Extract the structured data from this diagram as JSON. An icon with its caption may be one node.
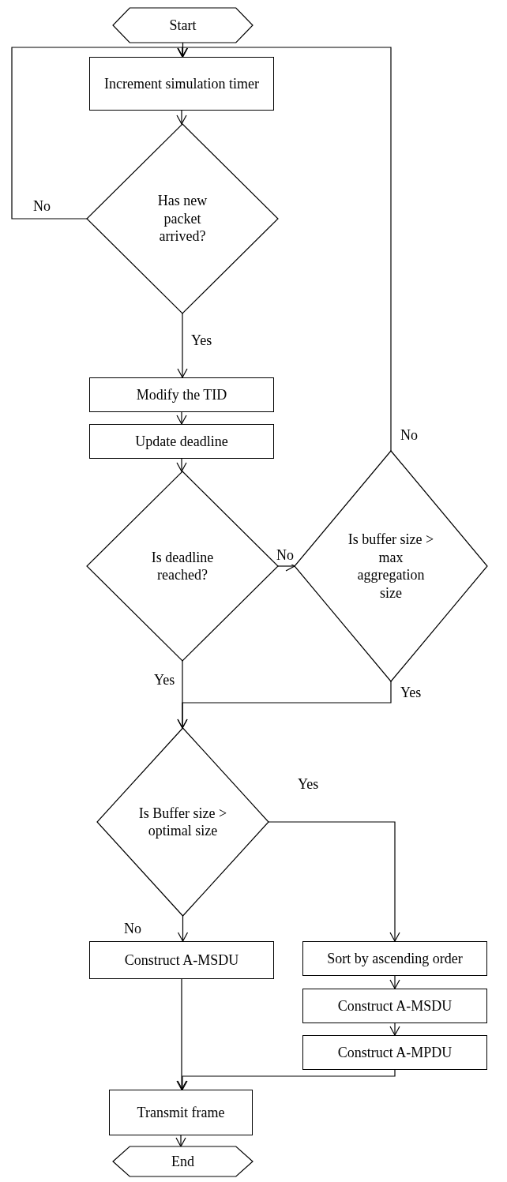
{
  "diagram": {
    "nodes": [
      {
        "text": [
          "Start"
        ]
      },
      {
        "text": [
          "Increment simulation timer"
        ]
      },
      {
        "text": [
          "Has new packet arrived?"
        ]
      },
      {
        "text": [
          "Modify the TID"
        ]
      },
      {
        "text": [
          "Update deadline"
        ]
      },
      {
        "text": [
          "Is deadline reached?"
        ]
      },
      {
        "text": [
          "Is buffer size > max aggregation size"
        ]
      },
      {
        "text": [
          "Is Buffer size > optimal size"
        ]
      },
      {
        "text": [
          "Construct A-MSDU"
        ]
      },
      {
        "text": [
          "Sort by ascending order"
        ]
      },
      {
        "text": [
          "Construct A-MSDU"
        ]
      },
      {
        "text": [
          "Construct A-MPDU"
        ]
      },
      {
        "text": [
          "Transmit frame"
        ]
      },
      {
        "text": [
          "End"
        ]
      }
    ],
    "edges": [
      {
        "from": 0,
        "to": 1,
        "arrow": "to"
      },
      {
        "from": 1,
        "to": 2,
        "arrow": "to"
      },
      {
        "from": 2,
        "to": 1,
        "arrow": "to",
        "label": "No"
      },
      {
        "from": 2,
        "to": 3,
        "arrow": "to",
        "label": "Yes"
      },
      {
        "from": 3,
        "to": 4,
        "arrow": "to"
      },
      {
        "from": 4,
        "to": 5,
        "arrow": "to"
      },
      {
        "from": 5,
        "to": 6,
        "arrow": "to",
        "label": "No"
      },
      {
        "from": 6,
        "to": 1,
        "arrow": "to",
        "label": "No"
      },
      {
        "from": 5,
        "to": 7,
        "arrow": "to",
        "label": "Yes"
      },
      {
        "from": 6,
        "to": 7,
        "arrow": "to",
        "label": "Yes"
      },
      {
        "from": 7,
        "to": 8,
        "arrow": "to",
        "label": "No"
      },
      {
        "from": 7,
        "to": 9,
        "arrow": "to",
        "label": "Yes"
      },
      {
        "from": 9,
        "to": 10,
        "arrow": "to"
      },
      {
        "from": 10,
        "to": 11,
        "arrow": "to"
      },
      {
        "from": 8,
        "to": 12,
        "arrow": "to"
      },
      {
        "from": 11,
        "to": 12,
        "arrow": "to"
      },
      {
        "from": 12,
        "to": 13,
        "arrow": "to"
      }
    ]
  }
}
